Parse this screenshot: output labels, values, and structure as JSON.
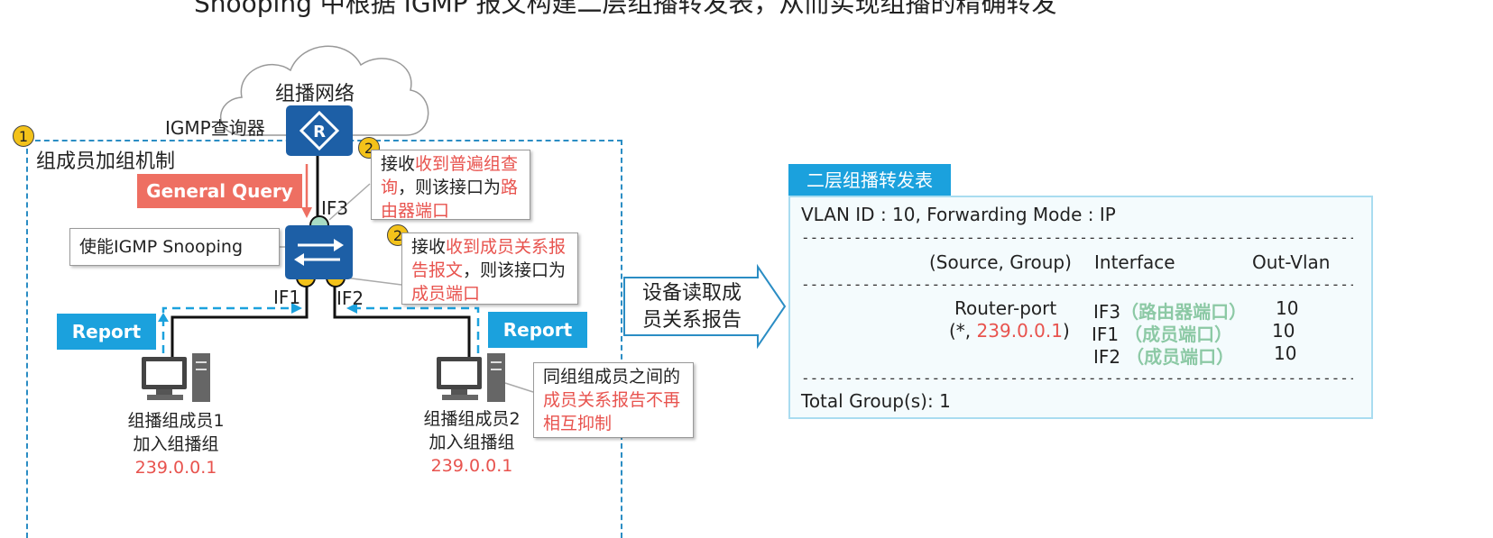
{
  "top_cut_text": "Snooping 中根据 IGMP 报文构建二层组播转发表，从而实现组播的精确转发",
  "cloud_label": "组播网络",
  "querier_label": "IGMP查询器",
  "frame_title": "组成员加组机制",
  "badge_1": "1",
  "badge_2a": "2",
  "badge_2b": "2",
  "general_query": "General Query",
  "enable_snooping": "使能IGMP Snooping",
  "callout_router": {
    "p1": "接收",
    "p2": "收到普遍组查询",
    "p3": "，则该接口为",
    "p4": "路由器端口"
  },
  "callout_member": {
    "p1": "接收",
    "p2": "收到成员关系报告报文",
    "p3": "，则该接口为",
    "p4": "成员端口"
  },
  "callout_suppress": {
    "p1": "同组组成员之间的",
    "p2": "成员关系报告不再相互抑制"
  },
  "if3": "IF3",
  "if1": "IF1",
  "if2": "IF2",
  "report_left": "Report",
  "report_right": "Report",
  "member1": {
    "name": "组播组成员1",
    "action": "加入组播组",
    "group": "239.0.0.1"
  },
  "member2": {
    "name": "组播组成员2",
    "action": "加入组播组",
    "group": "239.0.0.1"
  },
  "arrow_text": {
    "p1": "设备读取成",
    "p2": "员关系报告"
  },
  "table": {
    "title": "二层组播转发表",
    "vlan_line": "VLAN ID : 10, Forwarding Mode : IP",
    "dashes": "-------------------------------------------------------------------------------------------------------------",
    "col_source_group": "(Source, Group)",
    "col_interface": "Interface",
    "col_outvlan": "Out-Vlan",
    "router_port": "Router-port",
    "group_prefix": "(*, ",
    "group_ip": "239.0.0.1",
    "group_suffix": ")",
    "rows": [
      {
        "iface": "IF3",
        "note": "（路由器端口）",
        "vlan": "10"
      },
      {
        "iface": "IF1",
        "note": "（成员端口）",
        "vlan": "10"
      },
      {
        "iface": "IF2",
        "note": "（成员端口）",
        "vlan": "10"
      }
    ],
    "total": "Total Group(s): 1"
  },
  "colors": {
    "frame_blue": "#2b8dc4",
    "report_blue": "#1ba1dd",
    "query_red": "#ee6f62",
    "highlight_red": "#e8534e",
    "note_green": "#8cc9a5",
    "device_blue": "#1d5fa6",
    "badge_yellow": "#f3c21a"
  }
}
